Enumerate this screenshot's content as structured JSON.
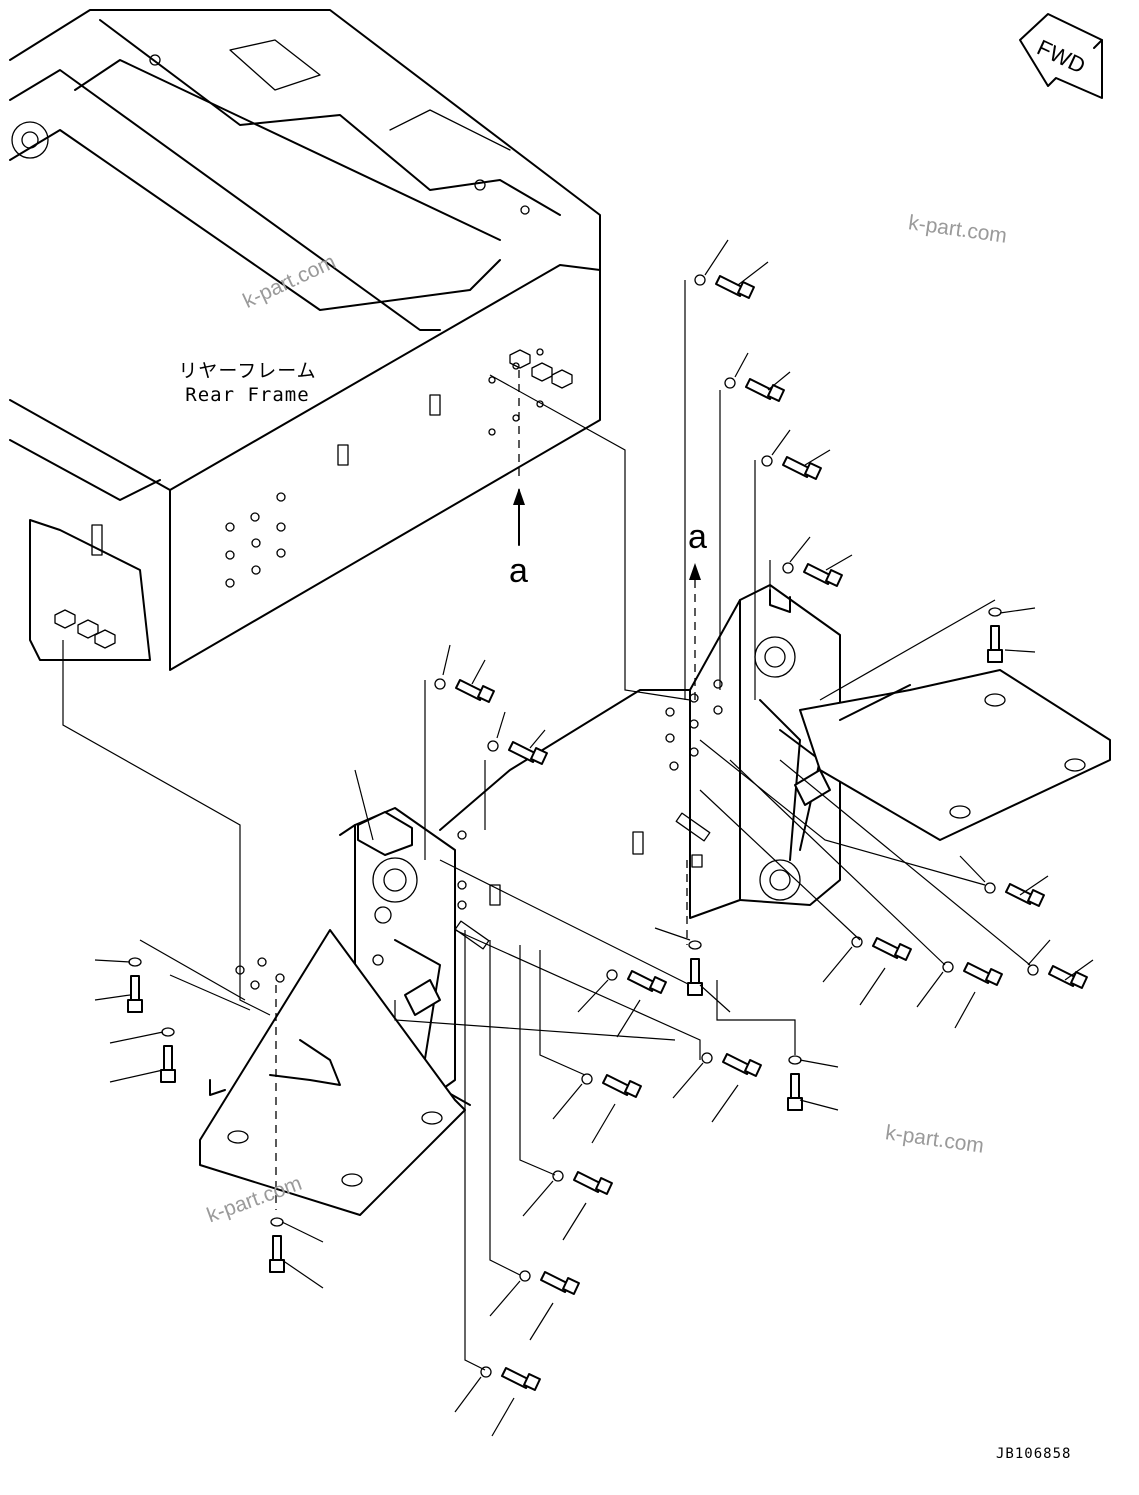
{
  "frame_label": {
    "japanese": "リヤーフレーム",
    "english": "Rear Frame"
  },
  "ref_marks": [
    "a",
    "a"
  ],
  "direction_label": "FWD",
  "watermarks": [
    "k-part.com",
    "k-part.com",
    "k-part.com",
    "k-part.com"
  ],
  "drawing_code": "JB106858"
}
